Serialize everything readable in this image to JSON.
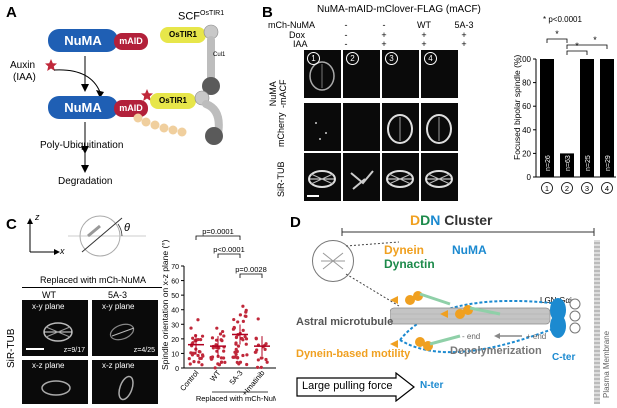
{
  "panel_a": {
    "letter": "A",
    "numa": "NuMA",
    "maid": "mAID",
    "scf": "SCF",
    "scf_sup": "OsTIR1",
    "ostir1": "OsTIR1",
    "cul1": "Cul1",
    "auxin": "Auxin",
    "iaa": "(IAA)",
    "polyub": "Poly-Ubiquitination",
    "degradation": "Degradation",
    "colors": {
      "numa": "#1f5fb4",
      "maid": "#b2203a",
      "ostir1": "#e7e64a"
    }
  },
  "panel_b": {
    "letter": "B",
    "title": "NuMA-mAID-mClover-FLAG (mACF)",
    "row_labels": [
      "mCh-NuMA",
      "Dox",
      "IAA"
    ],
    "columns": [
      {
        "mch": "-",
        "dox": "-",
        "iaa": "-"
      },
      {
        "mch": "-",
        "dox": "+",
        "iaa": "+"
      },
      {
        "mch": "WT",
        "dox": "+",
        "iaa": "+"
      },
      {
        "mch": "5A-3",
        "dox": "+",
        "iaa": "+"
      }
    ],
    "panel_numbers": [
      "1",
      "2",
      "3",
      "4"
    ],
    "image_rows": [
      "NuMA\n-mACF",
      "mCherry",
      "SiR-TUB"
    ],
    "significance": "* p<0.0001",
    "star": "*"
  },
  "chart_b": {
    "type": "bar",
    "categories": [
      "1",
      "2",
      "3",
      "4"
    ],
    "values": [
      100,
      20,
      100,
      100
    ],
    "n_labels": [
      "n=26",
      "n=63",
      "n=25",
      "n=29"
    ],
    "ylabel": "Focused bipolar spindle (%)",
    "ylim": [
      0,
      100
    ],
    "yticks": [
      0,
      20,
      40,
      60,
      80,
      100
    ]
  },
  "panel_c": {
    "letter": "C",
    "axis_z": "z",
    "axis_x": "x",
    "theta": "θ",
    "replaced": "Replaced with mCh-NuMA",
    "wt": "WT",
    "mut": "5A-3",
    "xy": "x-y plane",
    "xz": "x-z plane",
    "z_wt": "z=9/17",
    "z_mut": "z=4/25",
    "side": "SiR-TUB"
  },
  "chart_c": {
    "type": "scatter",
    "categories": [
      "Control",
      "WT",
      "5A-3",
      "+Imatinib"
    ],
    "ylabel": "Spindle orientation on x-z plane (°)",
    "ylim": [
      0,
      70
    ],
    "yticks": [
      0,
      10,
      20,
      30,
      40,
      50,
      60,
      70
    ],
    "medians": [
      16,
      15,
      23,
      15
    ],
    "p_values": [
      "p=0.0001",
      "p<0.0001",
      "p=0.0028"
    ],
    "group_label": "Replaced with mCh-NuMA"
  },
  "panel_d": {
    "letter": "D",
    "title_ddn_d1": "D",
    "title_ddn_d2": "D",
    "title_ddn_n": "N",
    "title_cluster": " Cluster",
    "dynein": "Dynein",
    "dynactin": "Dynactin",
    "numa": "NuMA",
    "lgn": "LGN-Gαi",
    "astral": "Astral microtubule",
    "motility": "Dynein-based motility",
    "minus_end": "- end",
    "plus_end": "+ end",
    "depoly": "Depolymerization",
    "nter": "N-ter",
    "cter": "C-ter",
    "membrane": "Plasma Membrane",
    "pulling": "Large pulling force",
    "colors": {
      "dynein": "#f0a020",
      "dynactin": "#1c8a4a",
      "numa": "#1c8ad0"
    }
  }
}
